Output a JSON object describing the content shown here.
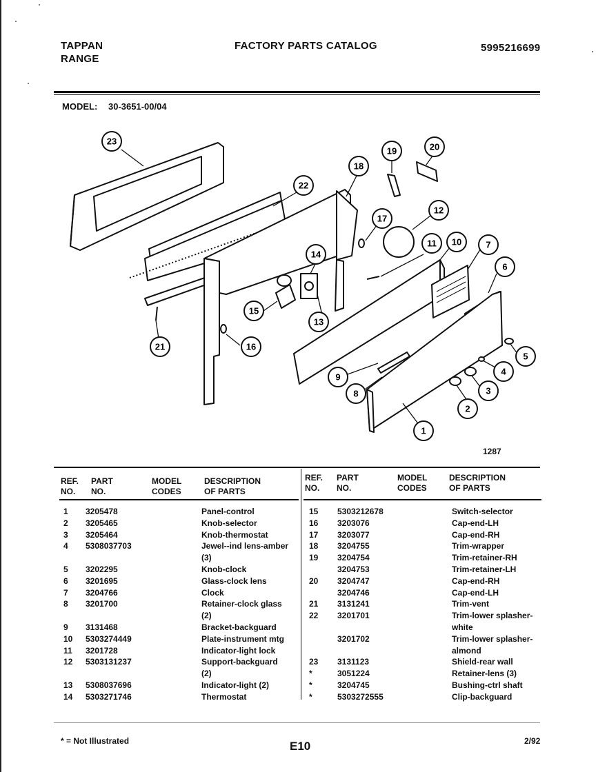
{
  "header": {
    "brand_line1": "TAPPAN",
    "brand_line2": "RANGE",
    "catalog_title": "FACTORY PARTS CATALOG",
    "catalog_number": "5995216699"
  },
  "model": {
    "label": "MODEL:",
    "number": "30-3651-00/04"
  },
  "diagram": {
    "drawing_code": "1287",
    "callouts": [
      "1",
      "2",
      "3",
      "4",
      "5",
      "6",
      "7",
      "8",
      "9",
      "10",
      "11",
      "12",
      "13",
      "14",
      "15",
      "16",
      "17",
      "18",
      "19",
      "20",
      "21",
      "22",
      "23"
    ]
  },
  "table": {
    "headers": {
      "ref": [
        "REF.",
        "NO."
      ],
      "part": [
        "PART",
        "NO."
      ],
      "model": [
        "MODEL",
        "CODES"
      ],
      "desc": [
        "DESCRIPTION",
        "OF PARTS"
      ]
    },
    "left_rows": [
      {
        "ref": "1",
        "part": "3205478",
        "desc": "Panel-control"
      },
      {
        "ref": "2",
        "part": "3205465",
        "desc": "Knob-selector"
      },
      {
        "ref": "3",
        "part": "3205464",
        "desc": "Knob-thermostat"
      },
      {
        "ref": "4",
        "part": "5308037703",
        "desc": "Jewel--ind lens-amber"
      },
      {
        "ref": "",
        "part": "",
        "desc": "(3)"
      },
      {
        "ref": "5",
        "part": "3202295",
        "desc": "Knob-clock"
      },
      {
        "ref": "6",
        "part": "3201695",
        "desc": "Glass-clock lens"
      },
      {
        "ref": "7",
        "part": "3204766",
        "desc": "Clock"
      },
      {
        "ref": "8",
        "part": "3201700",
        "desc": "Retainer-clock glass"
      },
      {
        "ref": "",
        "part": "",
        "desc": "(2)"
      },
      {
        "ref": "9",
        "part": "3131468",
        "desc": "Bracket-backguard"
      },
      {
        "ref": "10",
        "part": "5303274449",
        "desc": "Plate-instrument mtg"
      },
      {
        "ref": "11",
        "part": "3201728",
        "desc": "Indicator-light lock"
      },
      {
        "ref": "12",
        "part": "5303131237",
        "desc": "Support-backguard"
      },
      {
        "ref": "",
        "part": "",
        "desc": "(2)"
      },
      {
        "ref": "13",
        "part": "5308037696",
        "desc": "Indicator-light (2)"
      },
      {
        "ref": "14",
        "part": "5303271746",
        "desc": "Thermostat"
      }
    ],
    "right_rows": [
      {
        "ref": "15",
        "part": "5303212678",
        "desc": "Switch-selector"
      },
      {
        "ref": "16",
        "part": "3203076",
        "desc": "Cap-end-LH"
      },
      {
        "ref": "17",
        "part": "3203077",
        "desc": "Cap-end-RH"
      },
      {
        "ref": "18",
        "part": "3204755",
        "desc": "Trim-wrapper"
      },
      {
        "ref": "19",
        "part": "3204754",
        "desc": "Trim-retainer-RH"
      },
      {
        "ref": "",
        "part": "3204753",
        "desc": "Trim-retainer-LH"
      },
      {
        "ref": "20",
        "part": "3204747",
        "desc": "Cap-end-RH"
      },
      {
        "ref": "",
        "part": "3204746",
        "desc": "Cap-end-LH"
      },
      {
        "ref": "21",
        "part": "3131241",
        "desc": "Trim-vent"
      },
      {
        "ref": "22",
        "part": "3201701",
        "desc": "Trim-lower splasher-"
      },
      {
        "ref": "",
        "part": "",
        "desc": "white"
      },
      {
        "ref": "",
        "part": "3201702",
        "desc": "Trim-lower splasher-"
      },
      {
        "ref": "",
        "part": "",
        "desc": "almond"
      },
      {
        "ref": "23",
        "part": "3131123",
        "desc": "Shield-rear wall"
      },
      {
        "ref": "*",
        "part": "3051224",
        "desc": "Retainer-lens (3)"
      },
      {
        "ref": "*",
        "part": "3204745",
        "desc": "Bushing-ctrl shaft"
      },
      {
        "ref": "*",
        "part": "5303272555",
        "desc": "Clip-backguard"
      }
    ]
  },
  "footer": {
    "note": "* = Not Illustrated",
    "page": "E10",
    "date": "2/92"
  }
}
